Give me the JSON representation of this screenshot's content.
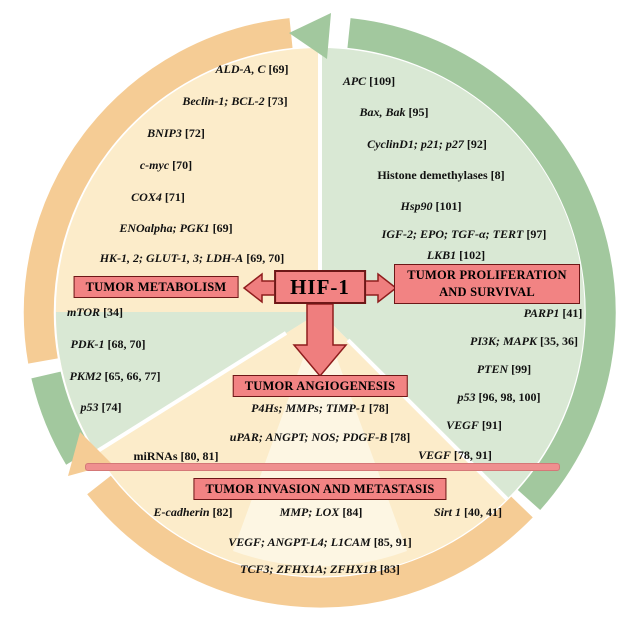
{
  "center": {
    "label": "HIF-1"
  },
  "metabolism": {
    "title": "TUMOR METABOLISM",
    "upper": [
      {
        "name": "ALD-A, C",
        "ref": "[69]"
      },
      {
        "name": "Beclin-1; BCL-2",
        "ref": "[73]"
      },
      {
        "name": "BNIP3",
        "ref": "[72]"
      },
      {
        "name": "c-myc",
        "ref": "[70]"
      },
      {
        "name": "COX4",
        "ref": "[71]"
      },
      {
        "name": "ENOalpha; PGK1",
        "ref": "[69]"
      },
      {
        "name": "HK-1, 2; GLUT-1, 3; LDH-A",
        "ref": "[69, 70]"
      }
    ],
    "lower": [
      {
        "name": "mTOR",
        "ref": "[34]"
      },
      {
        "name": "PDK-1",
        "ref": "[68, 70]"
      },
      {
        "name": "PKM2",
        "ref": "[65, 66, 77]"
      },
      {
        "name": "p53",
        "ref": "[74]"
      }
    ]
  },
  "proliferation": {
    "title": "TUMOR PROLIFERATION AND SURVIVAL",
    "upper": [
      {
        "name": "APC",
        "ref": "[109]"
      },
      {
        "name": "Bax, Bak",
        "ref": "[95]"
      },
      {
        "name": "CyclinD1; p21; p27",
        "ref": "[92]"
      },
      {
        "name": "Histone demethylases",
        "ref": "[8]"
      },
      {
        "name": "Hsp90",
        "ref": "[101]"
      },
      {
        "name": "IGF-2; EPO; TGF-α; TERT",
        "ref": "[97]"
      },
      {
        "name": "LKB1",
        "ref": "[102]"
      }
    ],
    "lower": [
      {
        "name": "PARP1",
        "ref": "[41]"
      },
      {
        "name": "PI3K; MAPK",
        "ref": "[35, 36]"
      },
      {
        "name": "PTEN",
        "ref": "[99]"
      },
      {
        "name": "p53",
        "ref": "[96, 98, 100]"
      },
      {
        "name": "VEGF",
        "ref": "[91]"
      }
    ]
  },
  "angiogenesis": {
    "title": "TUMOR ANGIOGENESIS",
    "items": [
      {
        "name": "P4Hs; MMPs; TIMP-1",
        "ref": "[78]"
      },
      {
        "name": "uPAR; ANGPT; NOS; PDGF-B",
        "ref": "[78]"
      }
    ],
    "left": {
      "name": "miRNAs",
      "ref": "[80, 81]"
    },
    "right": {
      "name": "VEGF",
      "ref": "[78, 91]"
    }
  },
  "invasion": {
    "title": "TUMOR INVASION AND METASTASIS",
    "row": [
      {
        "name": "E-cadherin",
        "ref": "[82]"
      },
      {
        "name": "MMP; LOX",
        "ref": "[84]"
      },
      {
        "name": "Sirt 1",
        "ref": "[40, 41]"
      }
    ],
    "below": [
      {
        "name": "VEGF; ANGPT-L4; L1CAM",
        "ref": "[85, 91]"
      },
      {
        "name": "TCF3; ZFHX1A; ZFHX1B",
        "ref": "[83]"
      }
    ]
  },
  "colors": {
    "pink_box": "#f28383",
    "box_border": "#6d1717",
    "sector_green": "#d9e8d4",
    "sector_peach": "#fcecca",
    "sector_cream": "#fdf6e3",
    "ring_green": "#a2c89e",
    "ring_orange": "#f5cc95",
    "bar_pink": "#ef8f8f",
    "arrow_pink": "#ef7e7e",
    "arrow_outline": "#8f1d1d"
  }
}
